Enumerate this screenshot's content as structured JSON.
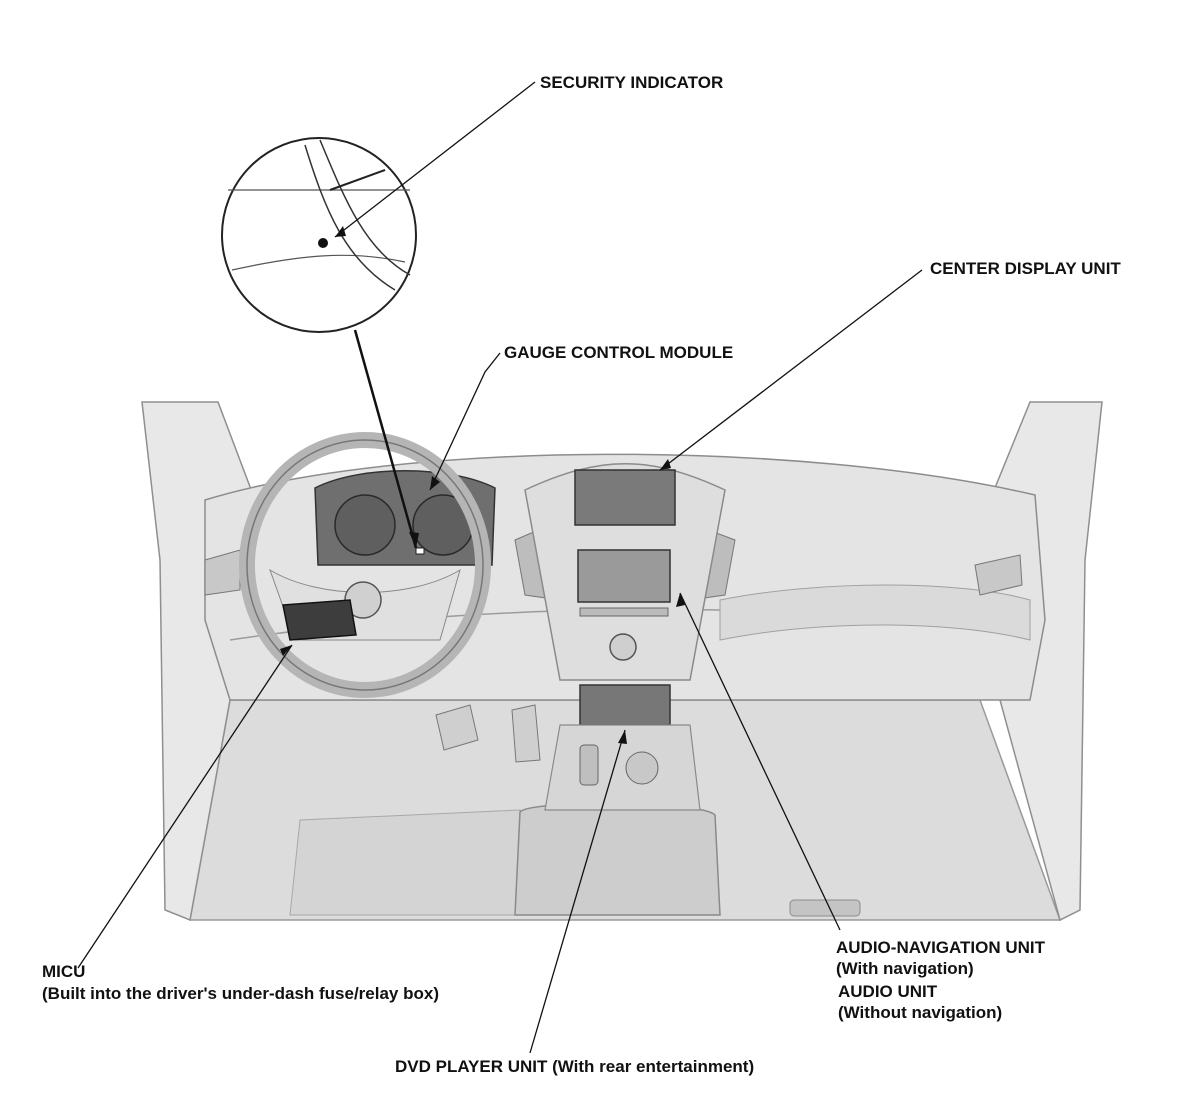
{
  "labels": {
    "security_indicator": "SECURITY INDICATOR",
    "center_display_unit": "CENTER DISPLAY UNIT",
    "gauge_control_module": "GAUGE CONTROL MODULE",
    "micu": "MICU",
    "micu_note": "(Built into the driver's under-dash fuse/relay box)",
    "audio_navigation_unit": "AUDIO-NAVIGATION UNIT",
    "with_navigation": "(With navigation)",
    "audio_unit": "AUDIO UNIT",
    "without_navigation": "(Without navigation)",
    "dvd_player_unit": "DVD PLAYER UNIT (With rear entertainment)"
  },
  "colors": {
    "line": "#111111",
    "body": "#e6e6e6",
    "panel": "#d2d2d2",
    "dark": "#555555"
  }
}
